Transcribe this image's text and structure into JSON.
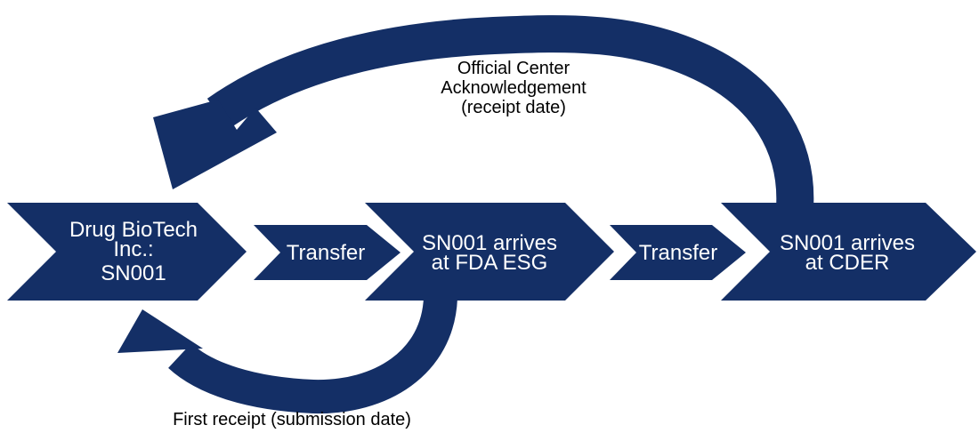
{
  "colors": {
    "shape": "#142f66",
    "block_text": "#ffffff",
    "annotation_text": "#000000",
    "background": "#ffffff"
  },
  "steps": [
    {
      "id": "drug-biotech",
      "label_lines": [
        "Drug BioTech",
        "Inc.:",
        "SN001"
      ]
    },
    {
      "id": "transfer-1",
      "label_lines": [
        "Transfer"
      ]
    },
    {
      "id": "fda-esg",
      "label_lines": [
        "SN001 arrives",
        "at FDA ESG"
      ]
    },
    {
      "id": "transfer-2",
      "label_lines": [
        "Transfer"
      ]
    },
    {
      "id": "cder",
      "label_lines": [
        "SN001 arrives",
        "at CDER"
      ]
    }
  ],
  "annotations": {
    "official_ack": {
      "lines": [
        "Official Center",
        "Acknowledgement",
        "(receipt date)"
      ]
    },
    "first_receipt": {
      "lines": [
        "First receipt (submission date)"
      ]
    }
  }
}
